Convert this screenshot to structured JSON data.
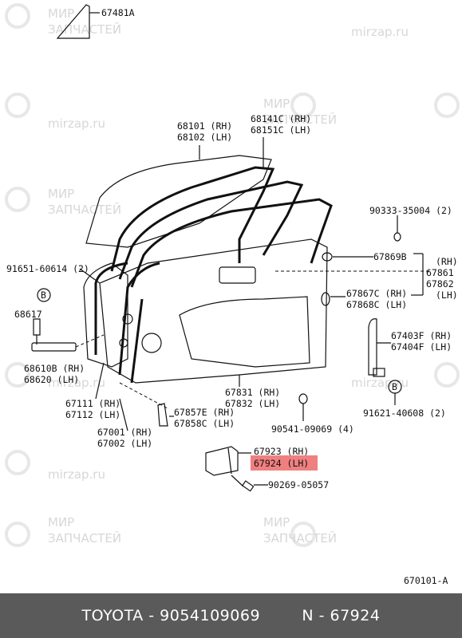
{
  "watermark": {
    "brand_ru_line1": "МИР",
    "brand_ru_line2": "ЗАПЧАСТЕЙ",
    "site": "mirzap.ru"
  },
  "parts": {
    "p67481a": "67481A",
    "p68101": "68101 (RH)",
    "p68102": "68102 (LH)",
    "p68141c": "68141C (RH)",
    "p68151c": "68151C (LH)",
    "p90333": "90333-35004 (2)",
    "p91651": "91651-60614 (2)",
    "p67869b": "67869B",
    "p67861": "67861",
    "p67862": "67862",
    "rh_a": "(RH)",
    "lh_a": "(LH)",
    "p67867c": "67867C (RH)",
    "p67868c": "67868C (LH)",
    "p68617": "68617",
    "p68610b": "68610B (RH)",
    "p68620": "68620  (LH)",
    "p67403f": "67403F (RH)",
    "p67404f": "67404F (LH)",
    "p67111": "67111 (RH)",
    "p67112": "67112 (LH)",
    "p67831": "67831 (RH)",
    "p67832": "67832 (LH)",
    "p67857e": "67857E (RH)",
    "p67858c": "67858C (LH)",
    "p90541": "90541-09069 (4)",
    "p91621": "91621-40608 (2)",
    "p67001": "67001 (RH)",
    "p67002": "67002 (LH)",
    "p67923": "67923 (RH)",
    "p67924": "67924 (LH)",
    "p90269": "90269-05057",
    "callout_b": "B",
    "diagram_code": "670101-A"
  },
  "footer": {
    "text": "TOYOTA - 9054109069        N - 67924"
  },
  "colors": {
    "highlight": "#f08080",
    "footer_bg": "#5a5a5a",
    "watermark": "#d7d7d7"
  }
}
